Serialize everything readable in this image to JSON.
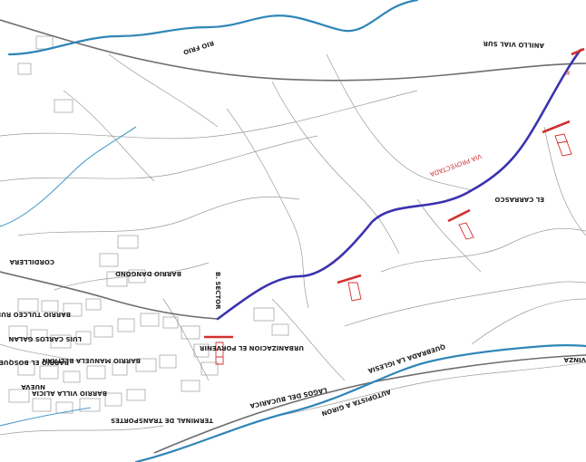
{
  "map": {
    "labels": {
      "rio_frio": "RIO FRIO",
      "anillo_vial": "ANILLO VIAL SUR",
      "via_proyectada": "VIA PROYECTADA",
      "el_carrasco": "EL CARRASCO",
      "barrio_dangond": "BARRIO DANGOND",
      "cordillera": "CORDILLERA",
      "barrio_tulceo_rueda": "BARRIO TULCEO RUEDA",
      "barrio_luis_carlos_galan": "LUIS CARLOS GALAN",
      "barrio_el_bosque": "BARRIO EL BOSQUE",
      "barrio_manuela_beltran": "BARRIO MANUELA BELTRAN",
      "urbanizacion_el_porvenir": "URBANIZACION EL PORVENIR",
      "quebrada_la_iglesia": "QUEBRADA LA IGLESIA",
      "autopista_a_giron": "AUTOPISTA A GIRON",
      "lagos_del_bucarica": "LAGOS DEL BUCARICA",
      "barrio_villa_alicia": "BARRIO VILLA ALICIA",
      "terminal": "TERMINAL DE TRANSPORTES",
      "nueva": "NUEVA",
      "vinza": "VINZA",
      "b_sector": "B. SECTOR",
      "k": "K"
    },
    "colors": {
      "proposed_road": "#3b32b0",
      "marker": "#d23030",
      "river": "#2f86b8",
      "road": "#6d6d6d"
    }
  }
}
